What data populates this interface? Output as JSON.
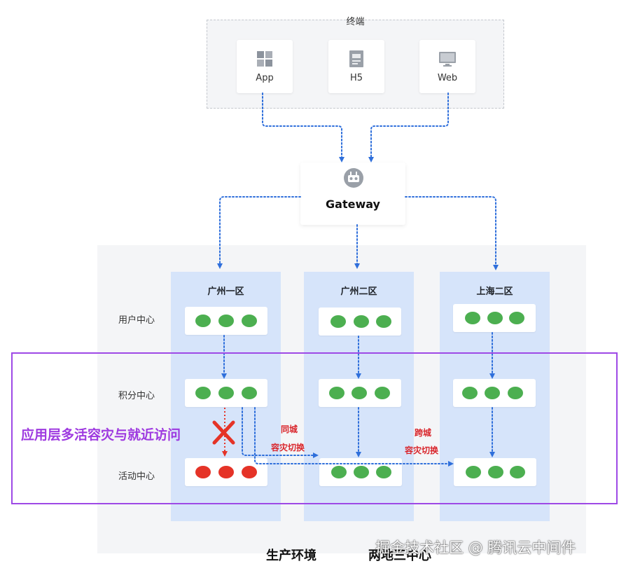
{
  "terminal": {
    "title": "终端",
    "cards": [
      {
        "label": "App",
        "icon": "grid-icon"
      },
      {
        "label": "H5",
        "icon": "document-icon"
      },
      {
        "label": "Web",
        "icon": "monitor-icon"
      }
    ]
  },
  "gateway": {
    "label": "Gateway",
    "icon": "robot-gateway-icon"
  },
  "zones": [
    {
      "title": "广州一区"
    },
    {
      "title": "广州二区"
    },
    {
      "title": "上海二区"
    }
  ],
  "rows": {
    "user_center": "用户中心",
    "points_center": "积分中心",
    "activity_center": "活动中心"
  },
  "annotations": {
    "app_layer": "应用层多活容灾与就近访问",
    "same_city_line1": "同城",
    "same_city_line2": "容灾切换",
    "cross_city_line1": "跨城",
    "cross_city_line2": "容灾切换"
  },
  "bottom": {
    "production": "生产环境",
    "two_sites": "两地三中心"
  },
  "watermark": "掘金技术社区 @ 腾讯云中间件",
  "colors": {
    "healthy": "#4caf50",
    "failed": "#e53327",
    "link": "#2f6fdb",
    "failover": "#d9252b",
    "highlight": "#9e49e6"
  }
}
